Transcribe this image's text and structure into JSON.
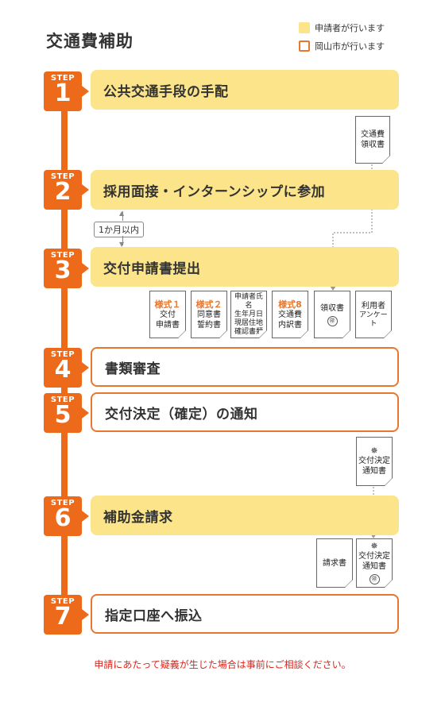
{
  "title": "交通費補助",
  "legend": {
    "applicant": "申請者が行います",
    "city": "岡山市が行います"
  },
  "colors": {
    "accent": "#ec6a1a",
    "applicant_fill": "#fbe48a",
    "city_border": "#e8772e",
    "note": "#d9261c"
  },
  "step_label": "STEP",
  "steps": [
    {
      "num": "1",
      "text": "公共交通手段の手配"
    },
    {
      "num": "2",
      "text": "採用面接・インターンシップに参加"
    },
    {
      "num": "3",
      "text": "交付申請書提出"
    },
    {
      "num": "4",
      "text": "書類審査"
    },
    {
      "num": "5",
      "text": "交付決定（確定）の通知"
    },
    {
      "num": "6",
      "text": "補助金請求"
    },
    {
      "num": "7",
      "text": "指定口座へ振込"
    }
  ],
  "duration_label": "1か月以内",
  "docs": {
    "receipt_top": [
      "交通費",
      "領収書"
    ],
    "form1": {
      "form": "様式１",
      "lines": [
        "交付",
        "申請書"
      ]
    },
    "form2": {
      "form": "様式２",
      "lines": [
        "同意書",
        "誓約書"
      ]
    },
    "id_doc": [
      "申請者氏名",
      "生年月日",
      "現居住地",
      "確認書類"
    ],
    "form8": {
      "form": "様式8",
      "lines": [
        "交通費",
        "内訳書"
      ]
    },
    "receipt": "領収書",
    "survey": [
      "利用者",
      "アンケート"
    ],
    "notice1": [
      "交付決定",
      "通知書"
    ],
    "invoice": "請求書",
    "notice2": [
      "交付決定",
      "通知書"
    ]
  },
  "footer_note": "申請にあたって疑義が生じた場合は事前にご相談ください。"
}
